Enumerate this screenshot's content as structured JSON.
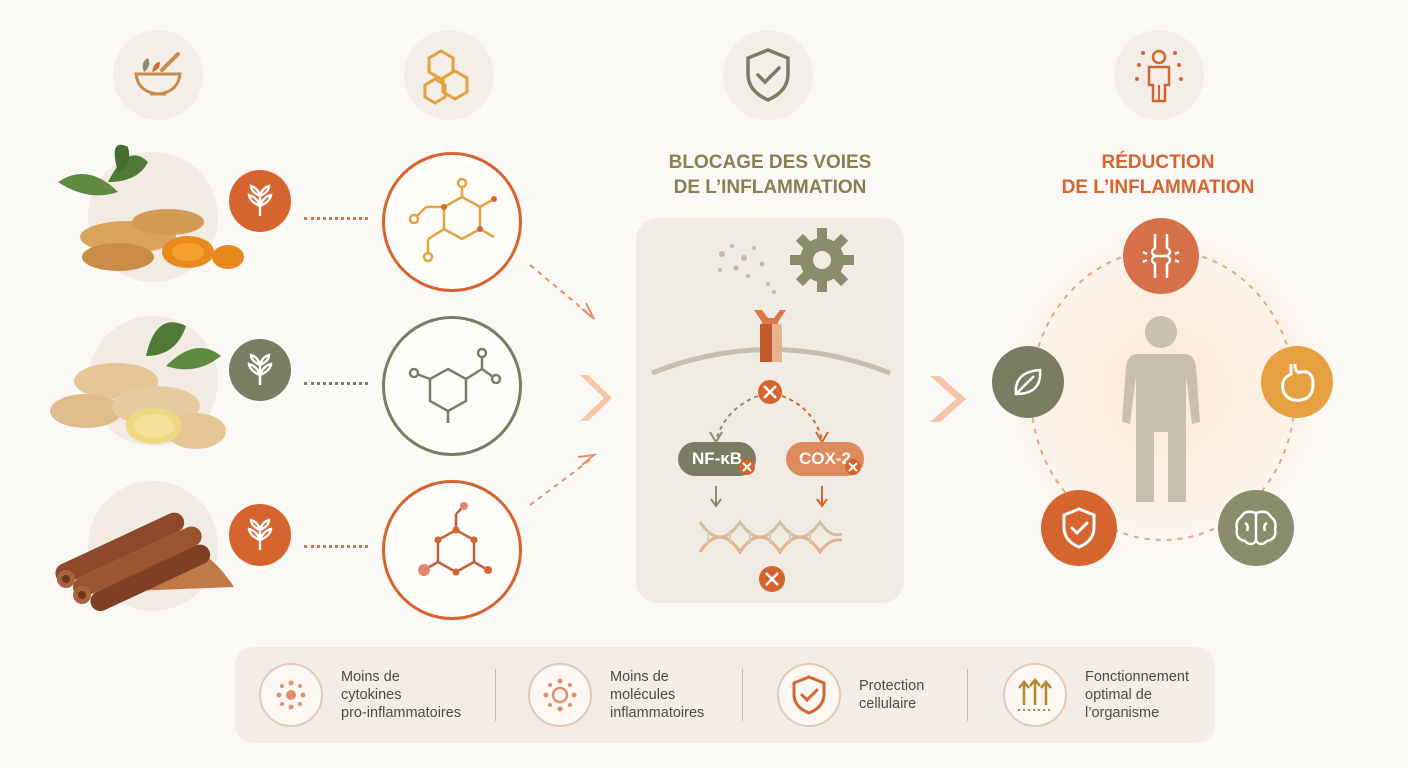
{
  "colors": {
    "orange": "#d6642f",
    "green": "#7a7d62",
    "amber": "#e6a040",
    "beige": "#f0ebe3",
    "cream_bg": "#fbf9f6"
  },
  "top_icons": [
    "mortar-pestle-icon",
    "molecule-hexagon-icon",
    "shield-check-icon",
    "human-radiance-icon"
  ],
  "ingredients": [
    {
      "name": "turmeric-image",
      "badge_color": "#d6642f"
    },
    {
      "name": "ginger-image",
      "badge_color": "#7a7d62"
    },
    {
      "name": "cinnamon-image",
      "badge_color": "#d6642f"
    }
  ],
  "blocking": {
    "title_line1": "BLOCAGE DES VOIES",
    "title_line2": "DE L’INFLAMMATION",
    "pill_left": "NF-κB",
    "pill_right": "COX-2"
  },
  "reduction": {
    "title_line1": "RÉDUCTION",
    "title_line2": "DE L’INFLAMMATION",
    "satellites": [
      "joint-icon",
      "stomach-icon",
      "brain-icon",
      "shield-check-icon",
      "leaf-icon"
    ]
  },
  "benefits": [
    {
      "icon": "cytokine-dots-icon",
      "lines": [
        "Moins de",
        "cytokines",
        "pro-inflammatoires"
      ]
    },
    {
      "icon": "molecule-ring-icon",
      "lines": [
        "Moins de",
        "molécules",
        "inflammatoires"
      ]
    },
    {
      "icon": "shield-check-icon",
      "lines": [
        "Protection",
        "cellulaire"
      ]
    },
    {
      "icon": "rising-arrows-icon",
      "lines": [
        "Fonctionnement",
        "optimal de",
        "l’organisme"
      ]
    }
  ]
}
